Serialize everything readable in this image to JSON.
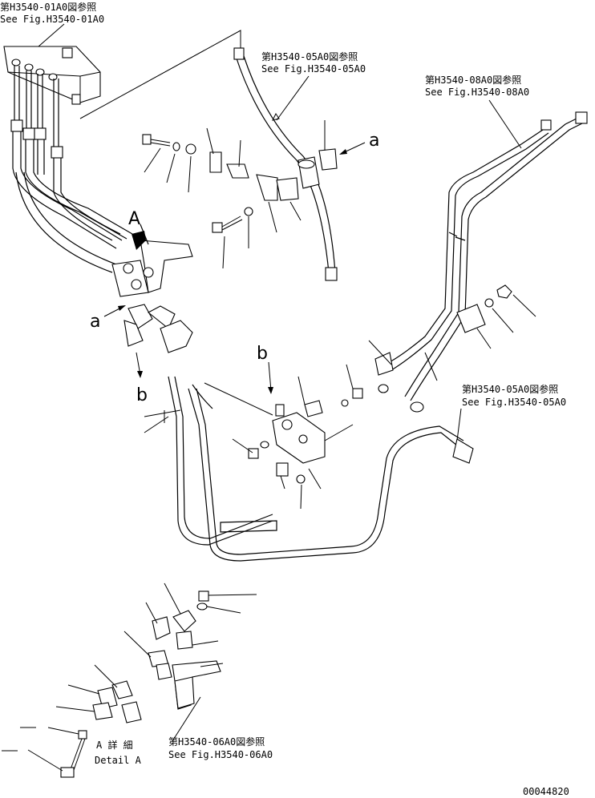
{
  "refs": {
    "fig01_jp": "第H3540-01A0図参照",
    "fig01_en": "See Fig.H3540-01A0",
    "fig05a_jp": "第H3540-05A0図参照",
    "fig05a_en": "See Fig.H3540-05A0",
    "fig08_jp": "第H3540-08A0図参照",
    "fig08_en": "See Fig.H3540-08A0",
    "fig05b_jp": "第H3540-05A0図参照",
    "fig05b_en": "See Fig.H3540-05A0",
    "fig06_jp": "第H3540-06A0図参照",
    "fig06_en": "See Fig.H3540-06A0"
  },
  "markers": {
    "A": "A",
    "a_right": "a",
    "a_left": "a",
    "b_upper": "b",
    "b_lower": "b"
  },
  "detail": {
    "jp": "A 詳 細",
    "en": "Detail A"
  },
  "drawing_number": "00044820"
}
